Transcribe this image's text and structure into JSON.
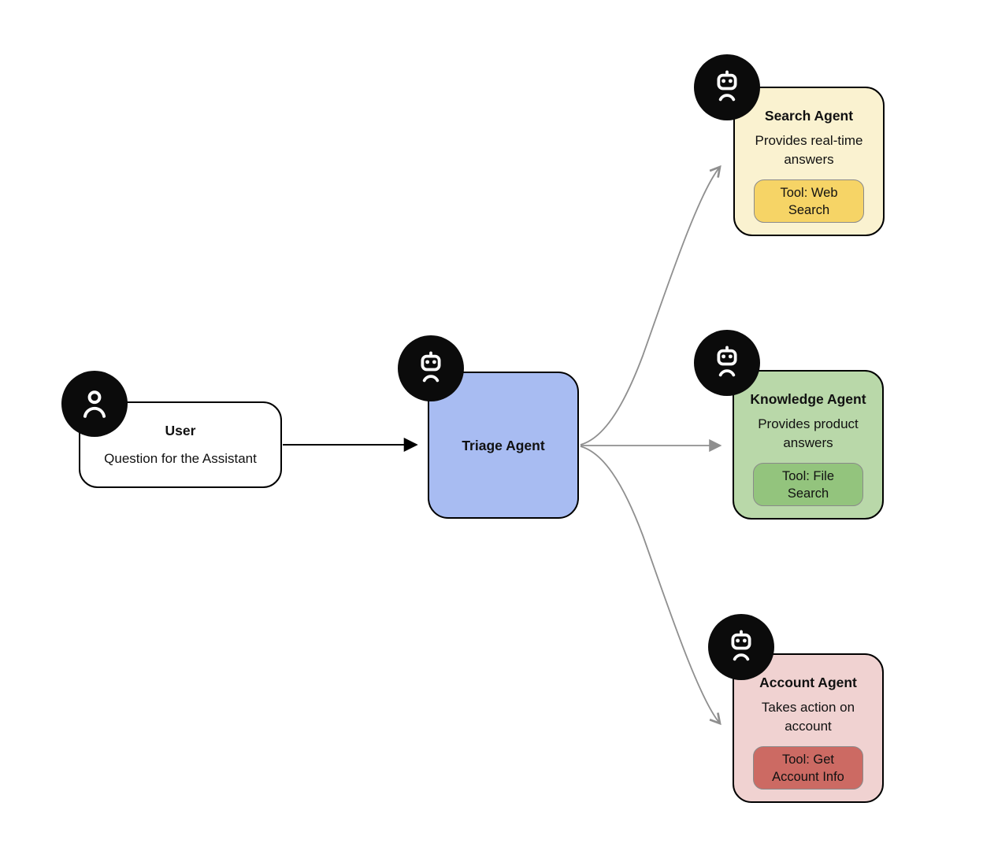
{
  "diagram": {
    "user": {
      "title": "User",
      "subtitle": "Question for the Assistant"
    },
    "triage": {
      "title": "Triage Agent"
    },
    "agents": {
      "search": {
        "title": "Search Agent",
        "description": "Provides real-time answers",
        "tool": "Tool: Web Search"
      },
      "knowledge": {
        "title": "Knowledge Agent",
        "description": "Provides product answers",
        "tool": "Tool: File Search"
      },
      "account": {
        "title": "Account Agent",
        "description": "Takes action on account",
        "tool": "Tool: Get Account Info"
      }
    },
    "edges": [
      {
        "from": "User",
        "to": "Triage Agent"
      },
      {
        "from": "Triage Agent",
        "to": "Search Agent"
      },
      {
        "from": "Triage Agent",
        "to": "Knowledge Agent"
      },
      {
        "from": "Triage Agent",
        "to": "Account Agent"
      }
    ],
    "icons": {
      "user": "person-icon",
      "triage": "robot-icon",
      "search": "robot-icon",
      "knowledge": "robot-icon",
      "account": "robot-icon"
    },
    "colors": {
      "triage_fill": "#a8bcf2",
      "search_fill": "#faf2d0",
      "search_tool_fill": "#f6d466",
      "knowledge_fill": "#b9d8a9",
      "knowledge_tool_fill": "#93c47d",
      "account_fill": "#f0d2d1",
      "account_tool_fill": "#cc6a63",
      "badge_fill": "#0b0b0b",
      "arrow_black": "#000000",
      "arrow_gray": "#8f8f8f",
      "node_border": "#000000"
    }
  }
}
